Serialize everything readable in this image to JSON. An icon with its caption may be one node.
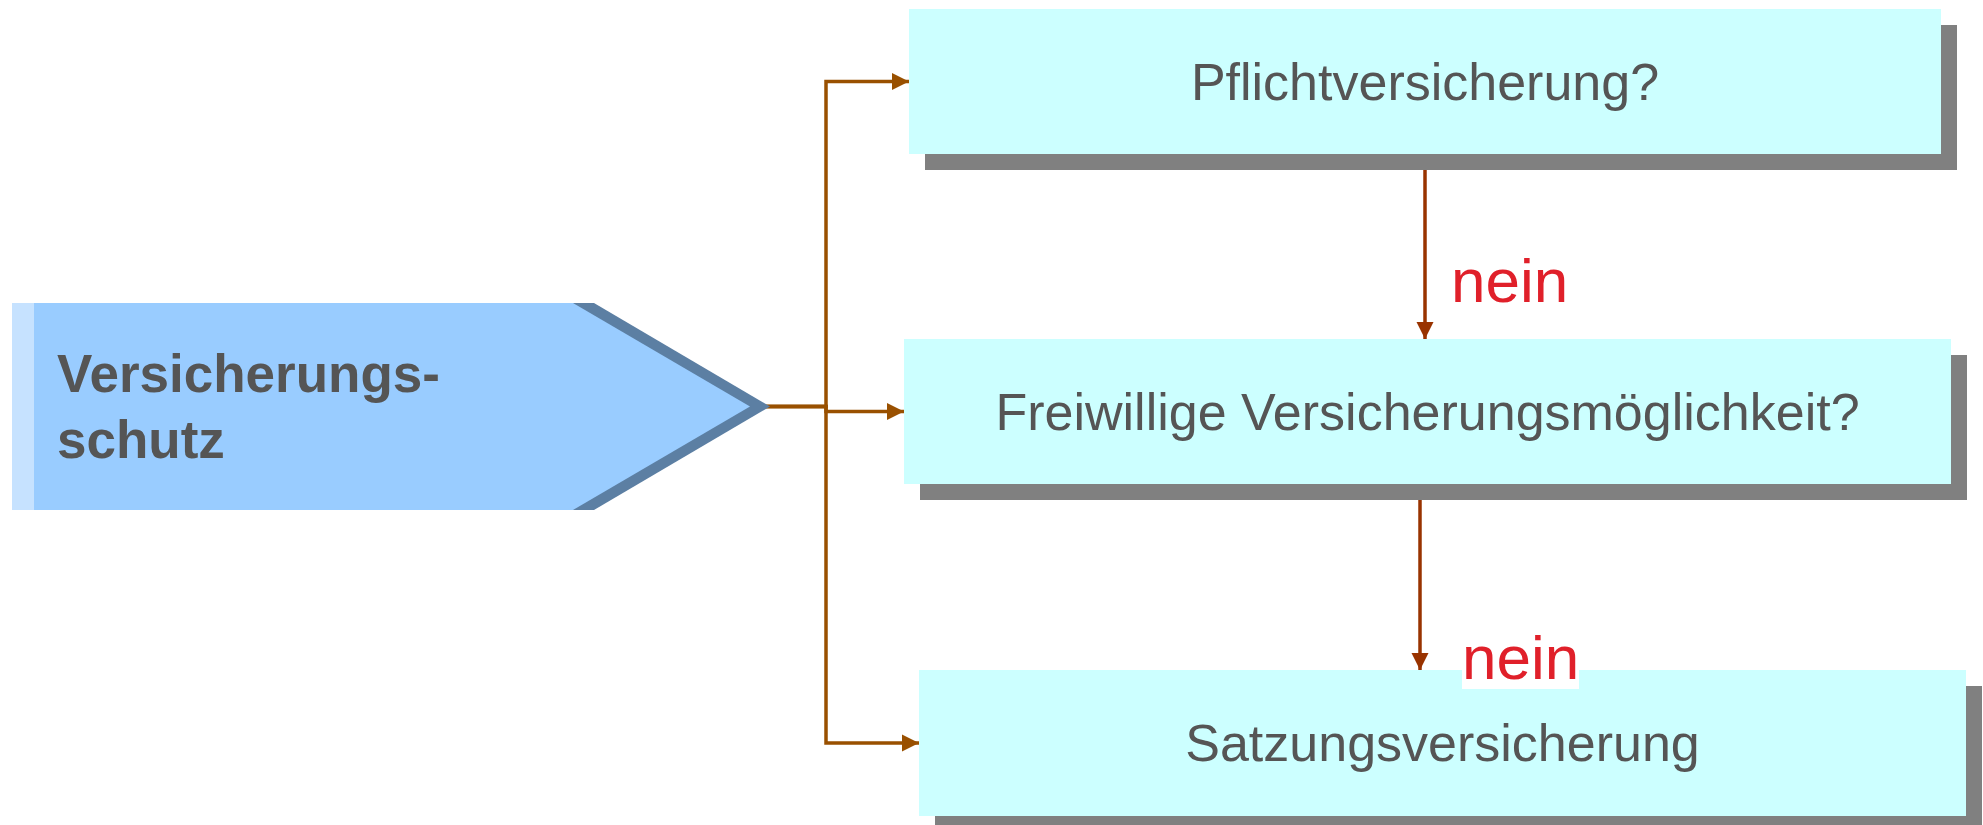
{
  "diagram": {
    "nodes": [
      {
        "text": [
          "Versicherungs- schutz"
        ]
      },
      {
        "text": [
          "Pflichtversicherung?"
        ]
      },
      {
        "text": [
          "Freiwillige Versicherungsmöglichkeit?"
        ]
      },
      {
        "text": [
          "Satzungsversicherung"
        ]
      }
    ],
    "edges": [
      {
        "from": 0,
        "to": 1,
        "arrow": "to",
        "color": "#995000"
      },
      {
        "from": 0,
        "to": 2,
        "arrow": "to",
        "color": "#995000"
      },
      {
        "from": 0,
        "to": 3,
        "arrow": "to",
        "color": "#995000"
      },
      {
        "from": 1,
        "to": 2,
        "arrow": "to",
        "label": "nein",
        "color": "#993300"
      },
      {
        "from": 2,
        "to": 3,
        "arrow": "to",
        "label": "nein",
        "color": "#993300"
      }
    ]
  }
}
